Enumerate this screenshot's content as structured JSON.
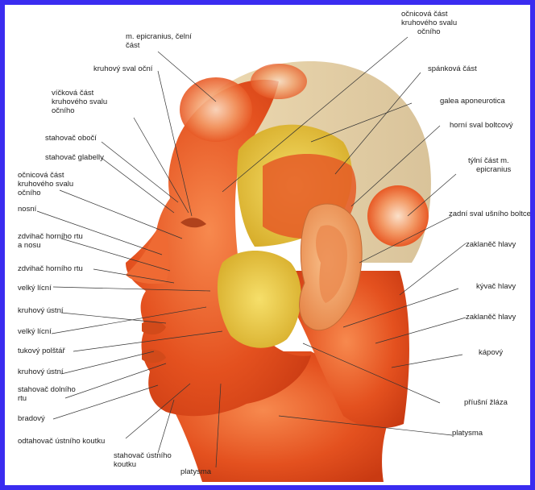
{
  "labels": {
    "epicranius_frontal": [
      "m. epicranius, čelní",
      "část"
    ],
    "orbital_part_top": [
      "očnicová část",
      "kruhového svalu",
      "očního"
    ],
    "orbicularis_oculi": "kruhový sval oční",
    "temporal_part": "spánková část",
    "palpebral_part": [
      "víčková část",
      "kruhového svalu",
      "očního"
    ],
    "galea": "galea aponeurotica",
    "corrugator": "stahovač obočí",
    "auricularis_superior": "horní sval boltcový",
    "procerus": "stahovač glabelly",
    "occipital_part": [
      "týlní část m.",
      "epicranius"
    ],
    "orbital_part_left": [
      "očnicová část",
      "kruhového svalu",
      "očního"
    ],
    "nasalis": "nosní",
    "auricularis_posterior": "zadní sval ušního boltce",
    "levator_labii_nasi": [
      "zdvihač horního rtu",
      "a nosu"
    ],
    "splenius_1": "zaklaněč hlavy",
    "levator_labii": "zdvihač horního rtu",
    "zygomaticus_major_1": "velký lícní",
    "sternocleido": "kývač hlavy",
    "orbicularis_oris_1": "kruhový ústní",
    "splenius_2": "zaklaněč hlavy",
    "zygomaticus_major_2": "velký lícní",
    "fat_pad": "tukový polštář",
    "trapezius": "kápový",
    "orbicularis_oris_2": "kruhový ústní",
    "depressor_labii": [
      "stahovač dolního",
      "rtu"
    ],
    "parotid": "příušní žláza",
    "mentalis": "bradový",
    "platysma_right": "platysma",
    "depressor_anguli_left": "odtahovač ústního koutku",
    "depressor_anguli_bottom": [
      "stahovač ústního",
      "koutku"
    ],
    "platysma_bottom": "platysma"
  },
  "colors": {
    "frame": "#3a2cf0",
    "muscle": "#e8501f",
    "muscle_light": "#f28a4a",
    "fat": "#e9c53a",
    "aponeurosis": "#e2cfa8",
    "skin_ear": "#f0a76a"
  }
}
